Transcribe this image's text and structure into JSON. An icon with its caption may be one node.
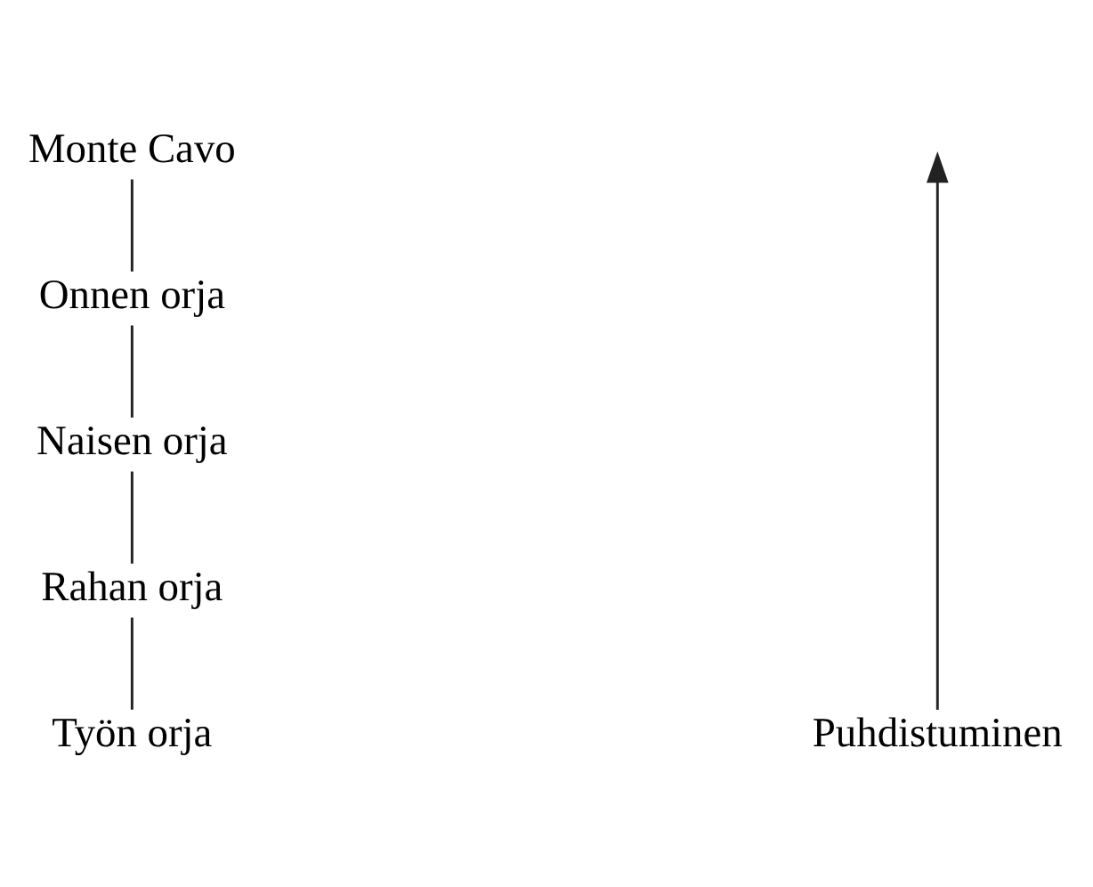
{
  "diagram": {
    "nodes": [
      {
        "text": [
          "Monte Cavo"
        ]
      },
      {
        "text": [
          "Onnen orja"
        ]
      },
      {
        "text": [
          "Naisen orja"
        ]
      },
      {
        "text": [
          "Rahan orja"
        ]
      },
      {
        "text": [
          "Työn orja"
        ]
      },
      {
        "text": [
          "Puhdistuminen"
        ]
      }
    ],
    "edges": [
      {
        "from": 0,
        "to": 1,
        "arrow": "none"
      },
      {
        "from": 1,
        "to": 2,
        "arrow": "none"
      },
      {
        "from": 2,
        "to": 3,
        "arrow": "none"
      },
      {
        "from": 3,
        "to": 4,
        "arrow": "none"
      },
      {
        "from": 5,
        "to": null,
        "arrow": "to"
      }
    ]
  }
}
